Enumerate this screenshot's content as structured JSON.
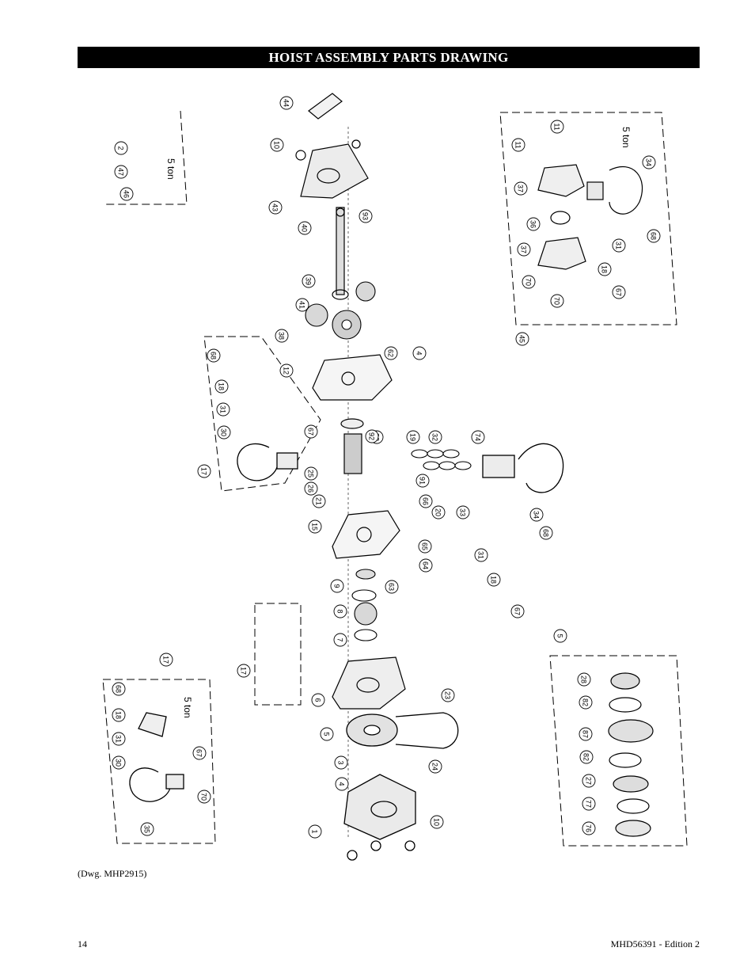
{
  "header": {
    "title": "HOIST ASSEMBLY PARTS DRAWING"
  },
  "drawing": {
    "variant_label": "5 ton",
    "part_numbers": [
      "1",
      "2",
      "3",
      "4",
      "5",
      "6",
      "7",
      "8",
      "9",
      "10",
      "11",
      "12",
      "15",
      "17",
      "18",
      "19",
      "20",
      "21",
      "22",
      "23",
      "24",
      "25",
      "26",
      "27",
      "28",
      "30",
      "31",
      "32",
      "33",
      "34",
      "35",
      "36",
      "37",
      "38",
      "39",
      "40",
      "41",
      "43",
      "44",
      "45",
      "46",
      "47",
      "62",
      "63",
      "64",
      "65",
      "66",
      "67",
      "68",
      "70",
      "74",
      "76",
      "77",
      "82",
      "87",
      "91",
      "92",
      "93"
    ]
  },
  "caption": {
    "drawing_number": "(Dwg. MHP2915)"
  },
  "footer": {
    "page_number": "14",
    "document_id": "MHD56391 - Edition 2"
  }
}
